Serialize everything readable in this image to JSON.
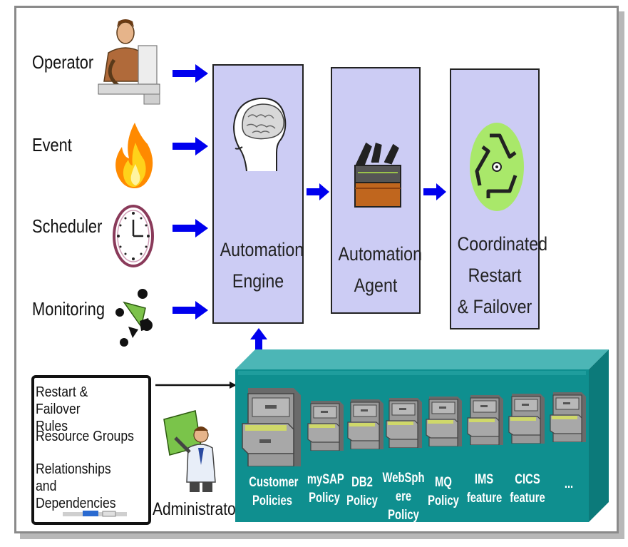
{
  "sources": [
    {
      "label": "Operator",
      "icon": "operator-icon"
    },
    {
      "label": "Event",
      "icon": "fire-icon"
    },
    {
      "label": "Scheduler",
      "icon": "clock-icon"
    },
    {
      "label": "Monitoring",
      "icon": "monitoring-icon"
    }
  ],
  "boxes": {
    "engine": {
      "label": "Automation\nEngine",
      "icon": "brain-icon"
    },
    "agent": {
      "label": "Automation\nAgent",
      "icon": "toolbox-icon"
    },
    "restart": {
      "label": "Coordinated\nRestart\n& Failover",
      "icon": "recycle-icon"
    }
  },
  "whiteboard": {
    "items": [
      "Restart & Failover\nRules",
      "Resource Groups",
      "Relationships and\nDependencies"
    ]
  },
  "administrator": {
    "label": "Administrator",
    "icon": "administrator-icon"
  },
  "policy_db": {
    "items": [
      {
        "label": "Customer\nPolicies"
      },
      {
        "label": "mySAP\nPolicy"
      },
      {
        "label": "DB2\nPolicy"
      },
      {
        "label": "WebSph\nere Policy"
      },
      {
        "label": "MQ\nPolicy"
      },
      {
        "label": "IMS\nfeature"
      },
      {
        "label": "CICS\nfeature"
      },
      {
        "label": "..."
      }
    ]
  },
  "colors": {
    "arrow": "#0000ee",
    "box": "#ccccf4",
    "db_top": "#4cb6b6",
    "db_front": "#0f8f8f"
  }
}
